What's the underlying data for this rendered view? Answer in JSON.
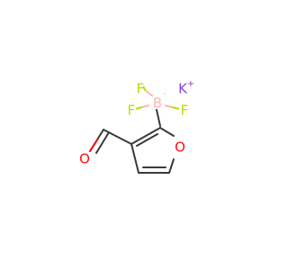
{
  "colors": {
    "bond": "#3a3a3a",
    "oxygen": "#ff0d0d",
    "fluorine": "#b3e000",
    "boron": "#ffb5b5",
    "potassium": "#8f40d4"
  },
  "atoms": {
    "potassium": "K",
    "potassium_charge": "+",
    "boron": "B",
    "boron_charge": "-",
    "fluorine_top": "F",
    "fluorine_left": "F",
    "fluorine_right": "F",
    "aldehyde_oxygen": "O",
    "ring_oxygen": "O"
  }
}
